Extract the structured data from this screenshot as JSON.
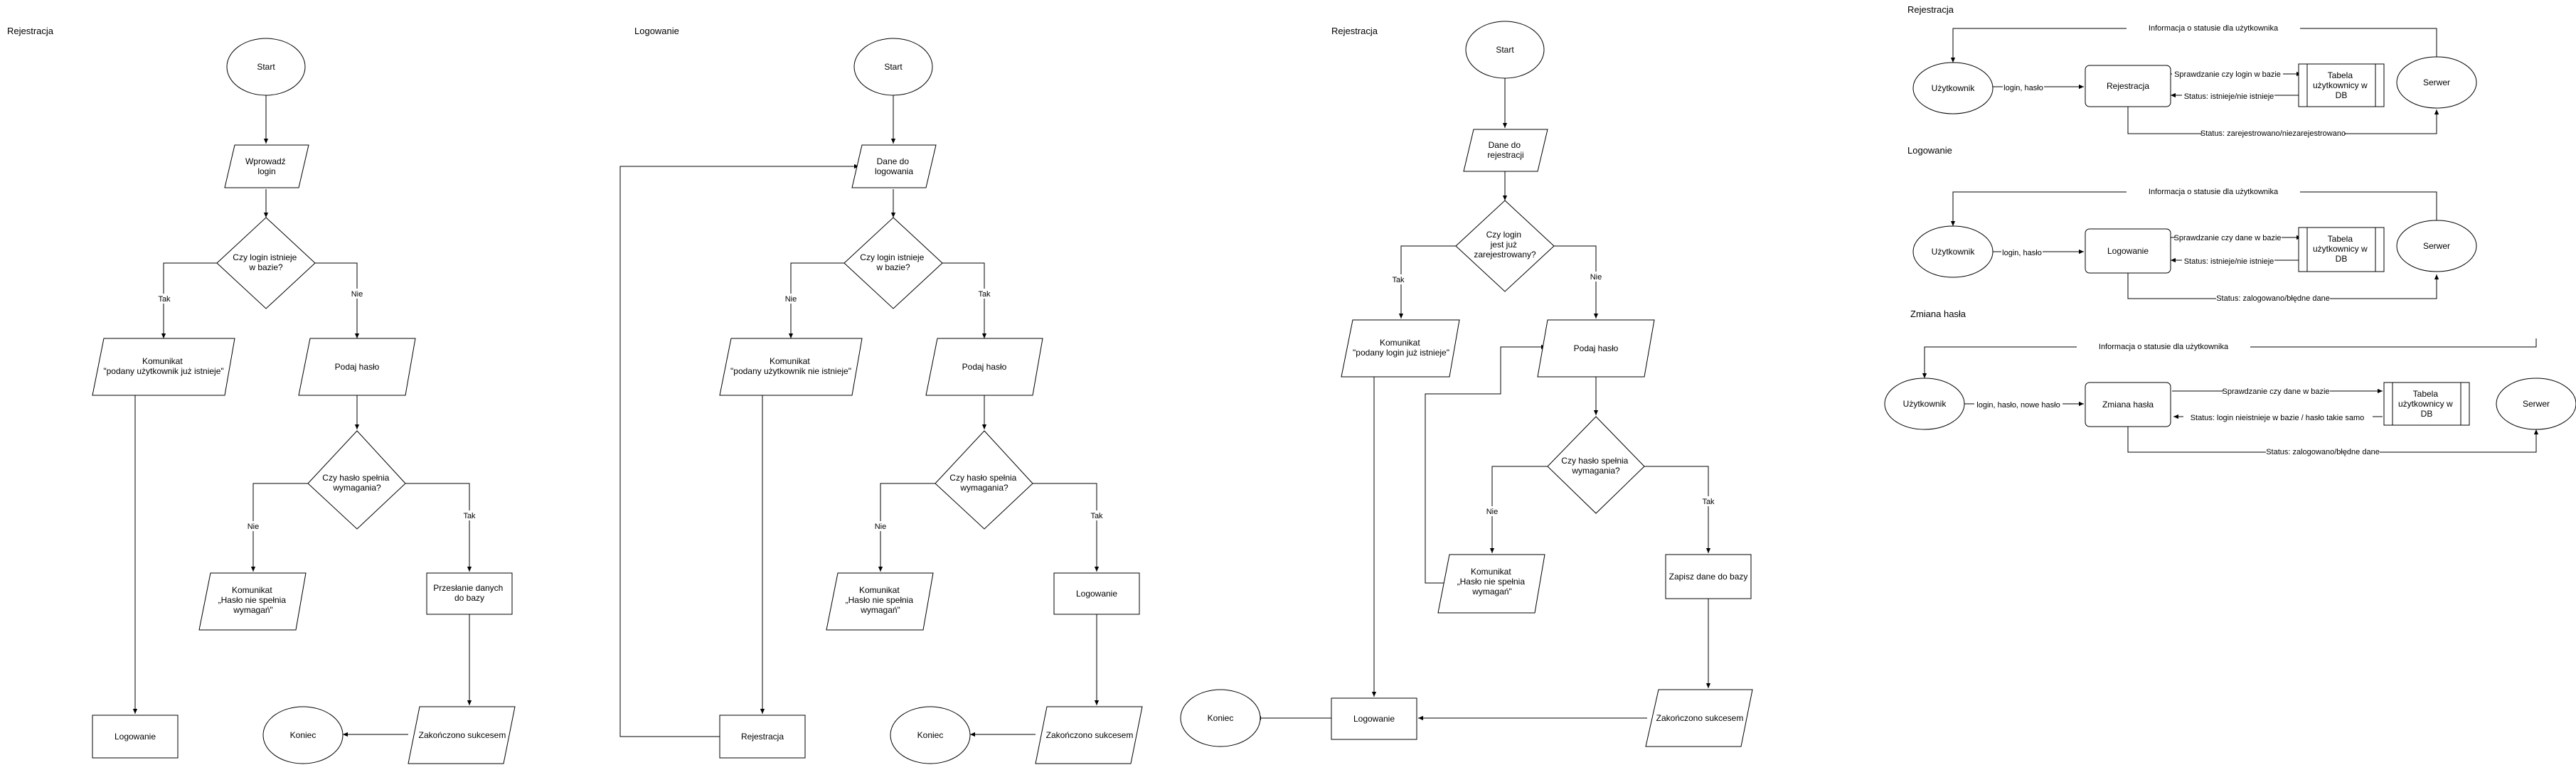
{
  "diagrams": {
    "reg_flow": {
      "title": "Rejestracja",
      "start": "Start",
      "input_login": [
        "Wprowadź",
        "login"
      ],
      "check_login": [
        "Czy login istnieje",
        "w bazie?"
      ],
      "yes": "Tak",
      "no": "Nie",
      "msg_exists": [
        "Komunikat",
        "\"podany użytkownik już istnieje\""
      ],
      "input_pass": "Podaj hasło",
      "check_pass": [
        "Czy hasło spełnia",
        "wymagania?"
      ],
      "msg_bad_pass": [
        "Komunikat",
        "„Hasło nie spełnia",
        "wymagań\""
      ],
      "send_data": [
        "Przesłanie danych",
        "do bazy"
      ],
      "success": "Zakończono sukcesem",
      "end": "Koniec",
      "login": "Logowanie"
    },
    "login_flow": {
      "title": "Logowanie",
      "start": "Start",
      "input_data": [
        "Dane do",
        "logowania"
      ],
      "check_login": [
        "Czy login istnieje",
        "w bazie?"
      ],
      "yes": "Tak",
      "no": "Nie",
      "msg_not_exists": [
        "Komunikat",
        "\"podany użytkownik nie istnieje\""
      ],
      "input_pass": "Podaj hasło",
      "check_pass": [
        "Czy hasło spełnia",
        "wymagania?"
      ],
      "msg_bad_pass": [
        "Komunikat",
        "„Hasło nie spełnia",
        "wymagań\""
      ],
      "logging": "Logowanie",
      "success": "Zakończono sukcesem",
      "end": "Koniec",
      "register": "Rejestracja"
    },
    "reg_flow2": {
      "title": "Rejestracja",
      "start": "Start",
      "input_data": [
        "Dane do",
        "rejestracji"
      ],
      "check_login": [
        "Czy login",
        "jest już",
        "zarejestrowany?"
      ],
      "yes": "Tak",
      "no": "Nie",
      "msg_exists": [
        "Komunikat",
        "\"podany login już istnieje\""
      ],
      "input_pass": "Podaj hasło",
      "check_pass": [
        "Czy hasło spełnia",
        "wymagania?"
      ],
      "msg_bad_pass": [
        "Komunikat",
        "„Hasło nie spełnia",
        "wymagań\""
      ],
      "save": "Zapisz dane do bazy",
      "success": "Zakończono sukcesem",
      "login": "Logowanie",
      "end": "Koniec"
    },
    "arch_reg": {
      "title": "Rejestracja",
      "user": "Użytkownik",
      "process": "Rejestracja",
      "table": [
        "Tabela",
        "użytkownicy w",
        "DB"
      ],
      "server": "Serwer",
      "info": "Informacja o statusie dla użytkownika",
      "user_to_proc": "login, hasło",
      "check": "Sprawdzanie czy login w bazie",
      "status": "Status: istnieje/nie istnieje",
      "final": "Status: zarejestrowano/niezarejestrowano"
    },
    "arch_login": {
      "title": "Logowanie",
      "user": "Użytkownik",
      "process": "Logowanie",
      "table": [
        "Tabela",
        "użytkownicy w",
        "DB"
      ],
      "server": "Serwer",
      "info": "Informacja o statusie dla użytkownika",
      "user_to_proc": "login, hasło",
      "check": "Sprawdzanie czy dane w bazie",
      "status": "Status: istnieje/nie istnieje",
      "final": "Status: zalogowano/błędne dane"
    },
    "arch_pass": {
      "title": "Zmiana hasła",
      "user": "Użytkownik",
      "process": "Zmiana hasła",
      "table": [
        "Tabela",
        "użytkownicy w",
        "DB"
      ],
      "server": "Serwer",
      "info": "Informacja o statusie dla użytkownika",
      "user_to_proc": "login, hasło, nowe hasło",
      "check": "Sprawdzanie czy dane w bazie",
      "status": "Status: login nieistnieje w bazie / hasło takie samo",
      "final": "Status: zalogowano/błędne dane"
    }
  }
}
